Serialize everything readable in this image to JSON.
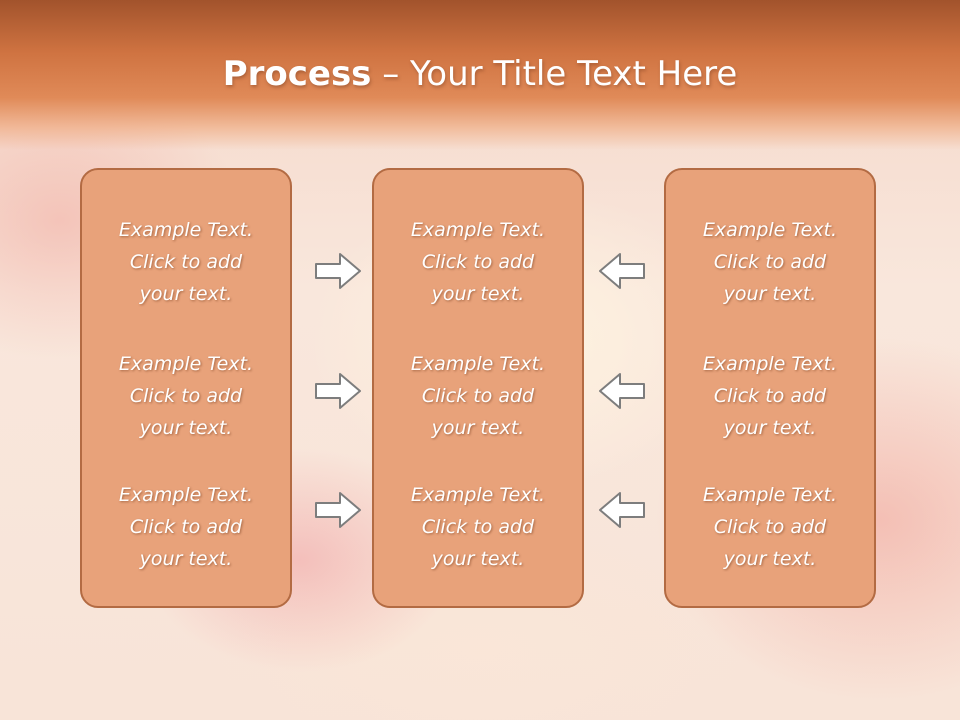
{
  "slide": {
    "title_bold": "Process",
    "title_rest": " – Your Title Text Here"
  },
  "panels": [
    {
      "blocks": [
        {
          "line1": "Example Text.",
          "line2": "Click  to add",
          "line3": "your text."
        },
        {
          "line1": "Example Text.",
          "line2": "Click  to add",
          "line3": "your text."
        },
        {
          "line1": "Example Text.",
          "line2": "Click  to add",
          "line3": "your text."
        }
      ]
    },
    {
      "blocks": [
        {
          "line1": "Example Text.",
          "line2": "Click  to add",
          "line3": "your text."
        },
        {
          "line1": "Example Text.",
          "line2": "Click  to add",
          "line3": "your text."
        },
        {
          "line1": "Example Text.",
          "line2": "Click  to add",
          "line3": "your text."
        }
      ]
    },
    {
      "blocks": [
        {
          "line1": "Example Text.",
          "line2": "Click  to add",
          "line3": "your text."
        },
        {
          "line1": "Example Text.",
          "line2": "Click  to add",
          "line3": "your text."
        },
        {
          "line1": "Example Text.",
          "line2": "Click  to add",
          "line3": "your text."
        }
      ]
    }
  ],
  "arrows": {
    "left_column": [
      "arrow-right-icon",
      "arrow-right-icon",
      "arrow-right-icon"
    ],
    "right_column": [
      "arrow-left-icon",
      "arrow-left-icon",
      "arrow-left-icon"
    ]
  },
  "colors": {
    "header": "#cf7341",
    "panel_fill": "#e8a27a",
    "panel_border": "#b36b43",
    "text": "#ffffff"
  }
}
